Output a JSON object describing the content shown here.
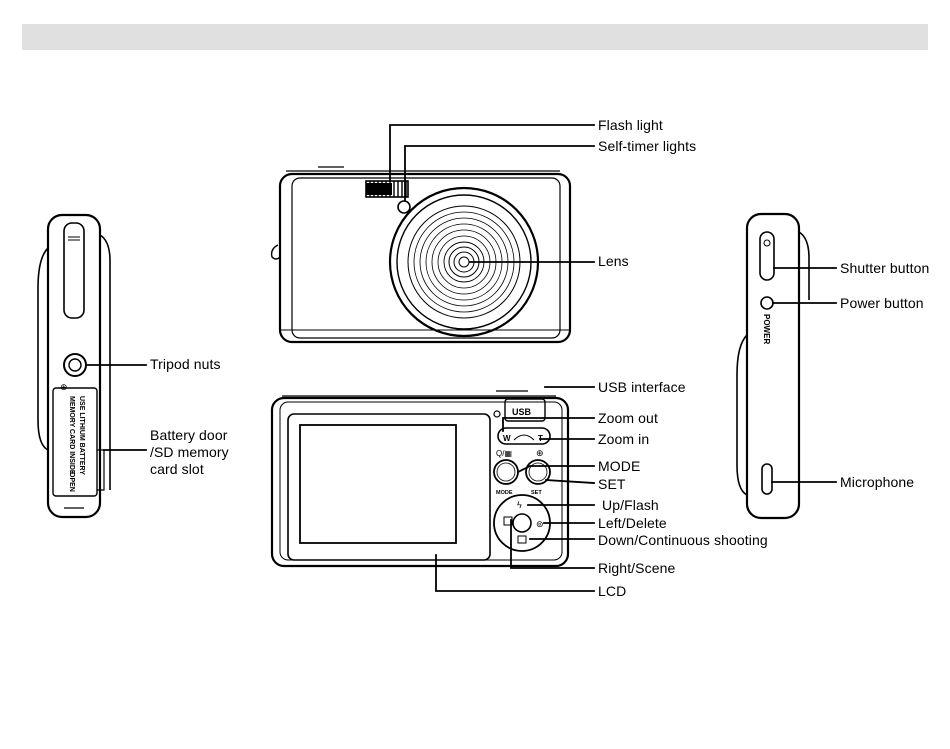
{
  "header": {
    "title": ""
  },
  "callouts": {
    "flash_light": "Flash light",
    "self_timer_lights": "Self-timer lights",
    "lens": "Lens",
    "tripod_nuts": "Tripod nuts",
    "battery_door": "Battery door\n/SD memory\ncard slot",
    "usb_interface": "USB interface",
    "zoom_out": "Zoom out",
    "zoom_in": "Zoom in",
    "mode": "MODE",
    "set": "SET",
    "up_flash": "Up/Flash",
    "left_delete": "Left/Delete",
    "down_continuous": "Down/Continuous shooting",
    "right_scene": "Right/Scene",
    "lcd": "LCD",
    "shutter_button": "Shutter button",
    "power_button": "Power button",
    "microphone": "Microphone"
  },
  "camera_markings": {
    "usb": "USB",
    "w": "W",
    "t": "T",
    "mode_small": "MODE",
    "set_small": "SET",
    "power": "POWER",
    "battery_line1": "USE LITHIUM BATTERY",
    "battery_line2": "MEMORY CARD INSIDE",
    "open": "OPEN"
  }
}
